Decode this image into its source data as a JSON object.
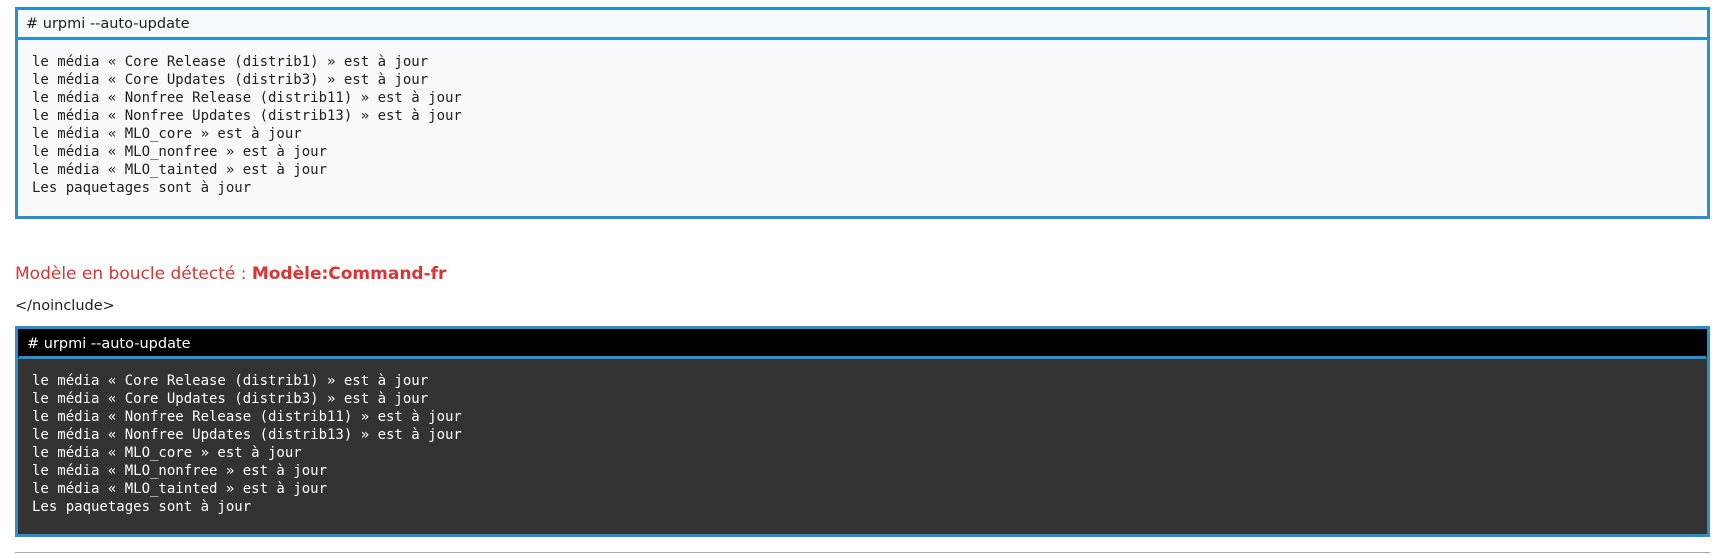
{
  "light_box": {
    "command": "# urpmi --auto-update",
    "output": [
      "le média « Core Release (distrib1) » est à jour",
      "le média « Core Updates (distrib3) » est à jour",
      "le média « Nonfree Release (distrib11) » est à jour",
      "le média « Nonfree Updates (distrib13) » est à jour",
      "le média « MLO_core » est à jour",
      "le média « MLO_nonfree » est à jour",
      "le média « MLO_tainted » est à jour",
      "Les paquetages sont à jour"
    ]
  },
  "loop_warning": {
    "prefix": "Modèle en boucle détecté : ",
    "template_link": "Modèle:Command-fr"
  },
  "noinclude_text": "</noinclude>",
  "dark_box": {
    "command": "# urpmi --auto-update",
    "output": [
      "le média « Core Release (distrib1) » est à jour",
      "le média « Core Updates (distrib3) » est à jour",
      "le média « Nonfree Release (distrib11) » est à jour",
      "le média « Nonfree Updates (distrib13) » est à jour",
      "le média « MLO_core » est à jour",
      "le média « MLO_nonfree » est à jour",
      "le média « MLO_tainted » est à jour",
      "Les paquetages sont à jour"
    ]
  },
  "colors": {
    "box_border": "#2a8fd0",
    "warning_text": "#dd3333",
    "dark_header_bg": "#000000",
    "dark_body_bg": "#333333",
    "light_bg": "#f8f9fa"
  }
}
